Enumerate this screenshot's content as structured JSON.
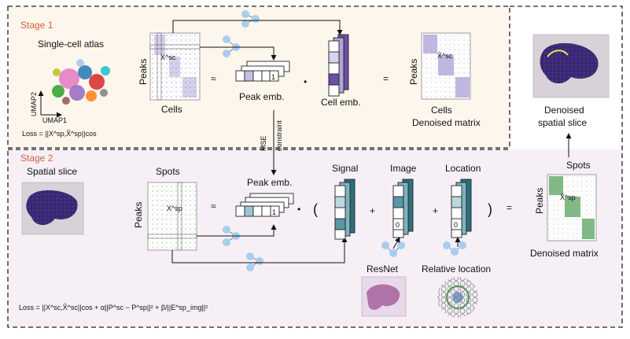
{
  "stage1": {
    "title": "Stage 1",
    "atlas_label": "Single-cell atlas",
    "umap_x": "UMAP1",
    "umap_y": "UMAP2",
    "loss": "Loss = ||X^sp,X̂^sp||cos",
    "matrix_rows": "Peaks",
    "matrix_cols": "Cells",
    "matrix_symbol": "X^sc",
    "peak_emb": "Peak emb.",
    "cell_emb": "Cell emb.",
    "out_rows": "Peaks",
    "out_cols": "Cells",
    "out_title": "Denoised matrix",
    "out_symbol": "X̂^sc",
    "approx": "≈",
    "dot": "•",
    "equals": "="
  },
  "mse": {
    "line1": "MSE",
    "line2": "constraint"
  },
  "stage2": {
    "title": "Stage 2",
    "slice_label": "Spatial slice",
    "matrix_rows": "Peaks",
    "matrix_cols": "Spots",
    "matrix_symbol": "X^sp",
    "peak_emb": "Peak emb.",
    "signal": "Signal",
    "image": "Image",
    "location": "Location",
    "resnet": "ResNet",
    "relative_location": "Relative location",
    "out_rows": "Peaks",
    "out_cols": "Spots",
    "out_title": "Denoised matrix",
    "out_symbol": "X̂^sp",
    "denoised_slice_line1": "Denoised",
    "denoised_slice_line2": "spatial slice",
    "loss": "Loss = ||X^sc,X̂^sc||cos + α||P^sc − P^sp||² + β/||E^sp_img||²",
    "approx": "≈",
    "dot": "•",
    "open_paren": "(",
    "close_paren": ")",
    "plus": "+",
    "equals": "="
  },
  "cell_values": {
    "one": "1",
    "zero": "0"
  },
  "colors": {
    "stage_title": "#d4603a",
    "stage1_bg": "#fdf6ec",
    "stage2_bg": "#f6eff6",
    "purple": "#6a4fa3",
    "teal": "#5a97a4",
    "node_blue": "#a9cdee",
    "green": "#4f9a56",
    "tissue": "#3a2874"
  }
}
